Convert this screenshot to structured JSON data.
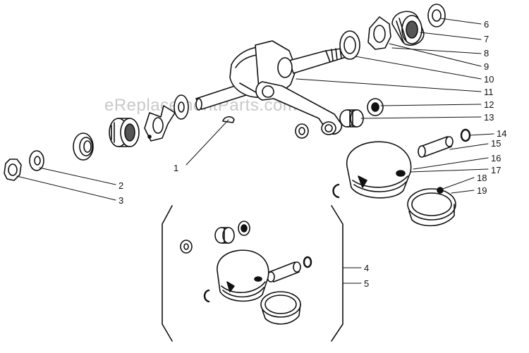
{
  "watermark": "eReplacementParts.com",
  "callouts": [
    "1",
    "2",
    "3",
    "4",
    "5",
    "6",
    "7",
    "8",
    "9",
    "10",
    "11",
    "12",
    "13",
    "14",
    "15",
    "16",
    "17",
    "18",
    "19"
  ],
  "colors": {
    "ink": "#111111",
    "shade": "#555555",
    "paper": "#ffffff",
    "watermark": "#c9c9c9"
  }
}
